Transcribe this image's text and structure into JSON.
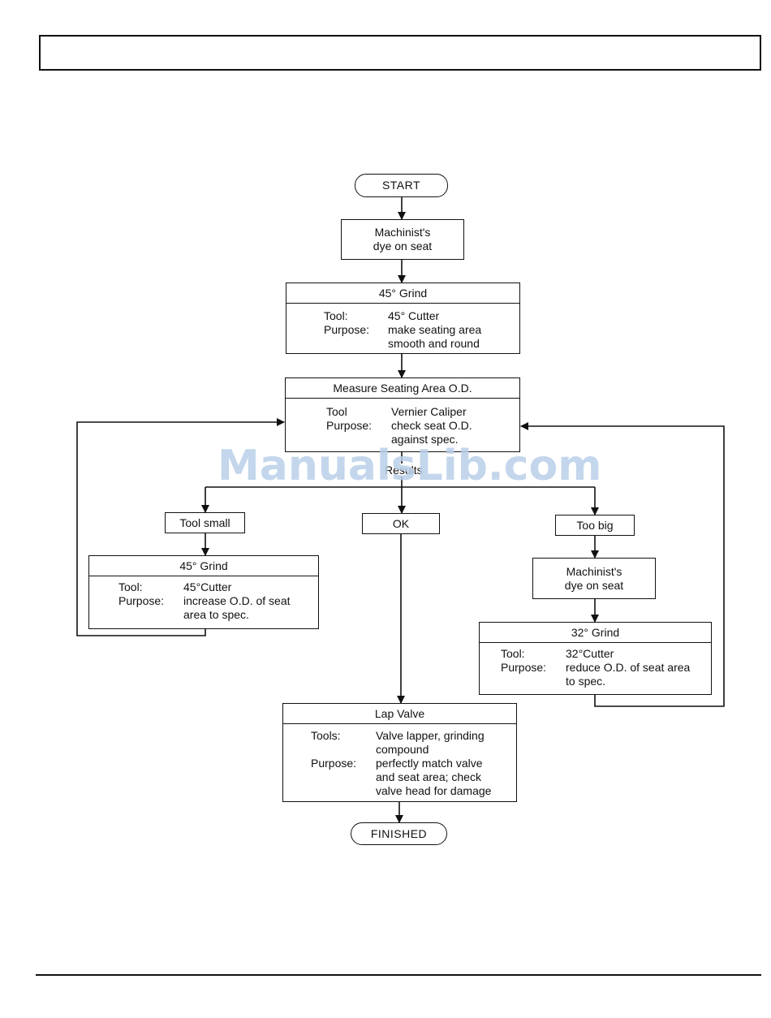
{
  "flowchart": {
    "start": "START",
    "finish": "FINISHED",
    "results_label": "Results",
    "dye_top": {
      "line1": "Machinist's",
      "line2": "dye on seat"
    },
    "grind45": {
      "title": "45° Grind",
      "tool_label": "Tool:",
      "tool_value": "45° Cutter",
      "purpose_label": "Purpose:",
      "purpose_line1": "make seating area",
      "purpose_line2": "smooth and round"
    },
    "measure": {
      "title": "Measure Seating Area O.D.",
      "tool_label": "Tool",
      "tool_value": "Vernier Caliper",
      "purpose_label": "Purpose:",
      "purpose_line1": "check seat O.D.",
      "purpose_line2": "against spec."
    },
    "branch_small": "Tool small",
    "branch_ok": "OK",
    "branch_big": "Too big",
    "grind45_small": {
      "title": "45° Grind",
      "tool_label": "Tool:",
      "tool_value": "45°Cutter",
      "purpose_label": "Purpose:",
      "purpose_line1": "increase O.D. of seat",
      "purpose_line2": "area to spec."
    },
    "dye_big": {
      "line1": "Machinist's",
      "line2": "dye on seat"
    },
    "grind32": {
      "title": "32° Grind",
      "tool_label": "Tool:",
      "tool_value": "32°Cutter",
      "purpose_label": "Purpose:",
      "purpose_line1": "reduce O.D. of seat area",
      "purpose_line2": "to spec."
    },
    "lap": {
      "title": "Lap Valve",
      "tools_label": "Tools:",
      "tools_line1": "Valve lapper, grinding",
      "tools_line2": "compound",
      "purpose_label": "Purpose:",
      "purpose_line1": "perfectly match valve",
      "purpose_line2": "and seat area; check",
      "purpose_line3": "valve head for damage"
    }
  },
  "watermark": "ManualsLib.com"
}
